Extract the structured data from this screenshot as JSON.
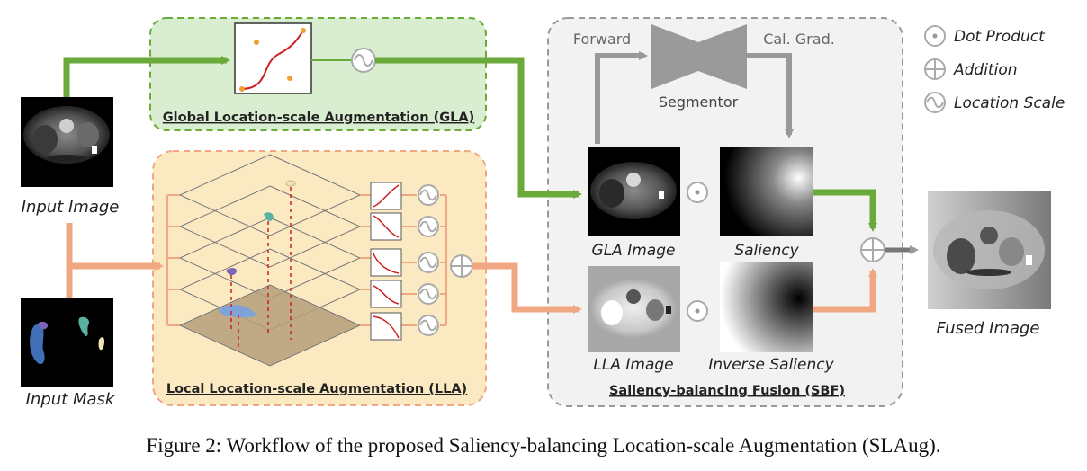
{
  "labels": {
    "input_image": "Input Image",
    "input_mask": "Input Mask",
    "gla_title": "Global Location-scale Augmentation (GLA)",
    "lla_title": "Local Location-scale Augmentation (LLA)",
    "sbf_title": "Saliency-balancing Fusion (SBF)",
    "forward": "Forward",
    "cal_grad": "Cal. Grad.",
    "segmentor": "Segmentor",
    "gla_image": "GLA Image",
    "lla_image": "LLA Image",
    "saliency": "Saliency",
    "inverse_saliency": "Inverse Saliency",
    "fused_image": "Fused Image"
  },
  "legend": {
    "dot_product": "Dot Product",
    "addition": "Addition",
    "location_scale": "Location Scale"
  },
  "caption": "Figure 2: Workflow of the proposed Saliency-balancing Location-scale Augmentation (SLAug).",
  "colors": {
    "green_arrow": "#6aaa3a",
    "orange_arrow": "#f0a882",
    "gray_arrow": "#999999",
    "gla_bg": "#d9edd0",
    "lla_bg": "#fbe9c2",
    "sbf_bg": "#f2f2f2"
  }
}
